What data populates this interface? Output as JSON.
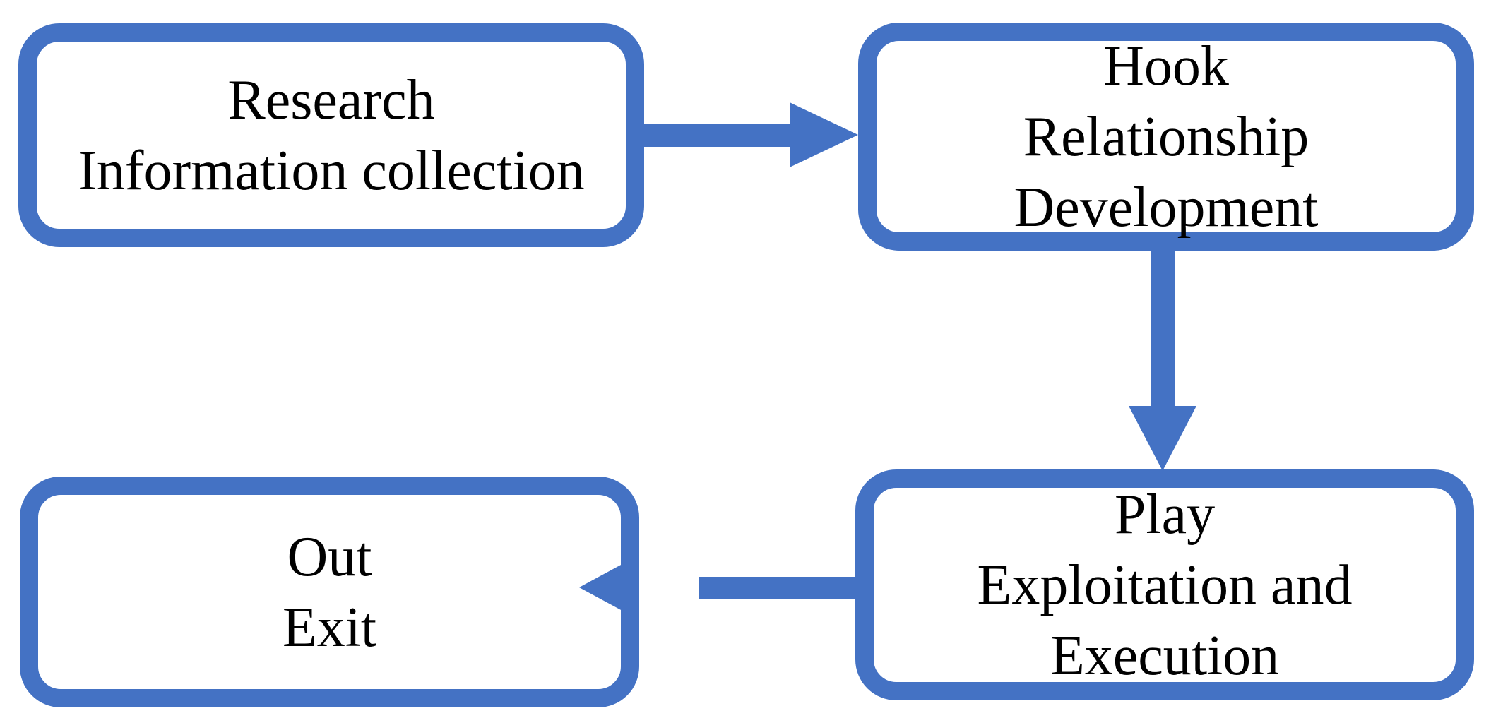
{
  "diagram": {
    "type": "flowchart",
    "background_color": "#FFFFFF",
    "accent_color": "#4472C4",
    "text_color": "#000000",
    "nodes": [
      {
        "id": "research",
        "lines": [
          "Research",
          "Information collection"
        ]
      },
      {
        "id": "hook",
        "lines": [
          "Hook",
          "Relationship",
          "Development"
        ]
      },
      {
        "id": "play",
        "lines": [
          "Play",
          "Exploitation and",
          "Execution"
        ]
      },
      {
        "id": "out",
        "lines": [
          "Out",
          "Exit"
        ]
      }
    ],
    "edges": [
      {
        "from": "research",
        "to": "hook",
        "direction": "right"
      },
      {
        "from": "hook",
        "to": "play",
        "direction": "down"
      },
      {
        "from": "play",
        "to": "out",
        "direction": "left"
      }
    ]
  }
}
